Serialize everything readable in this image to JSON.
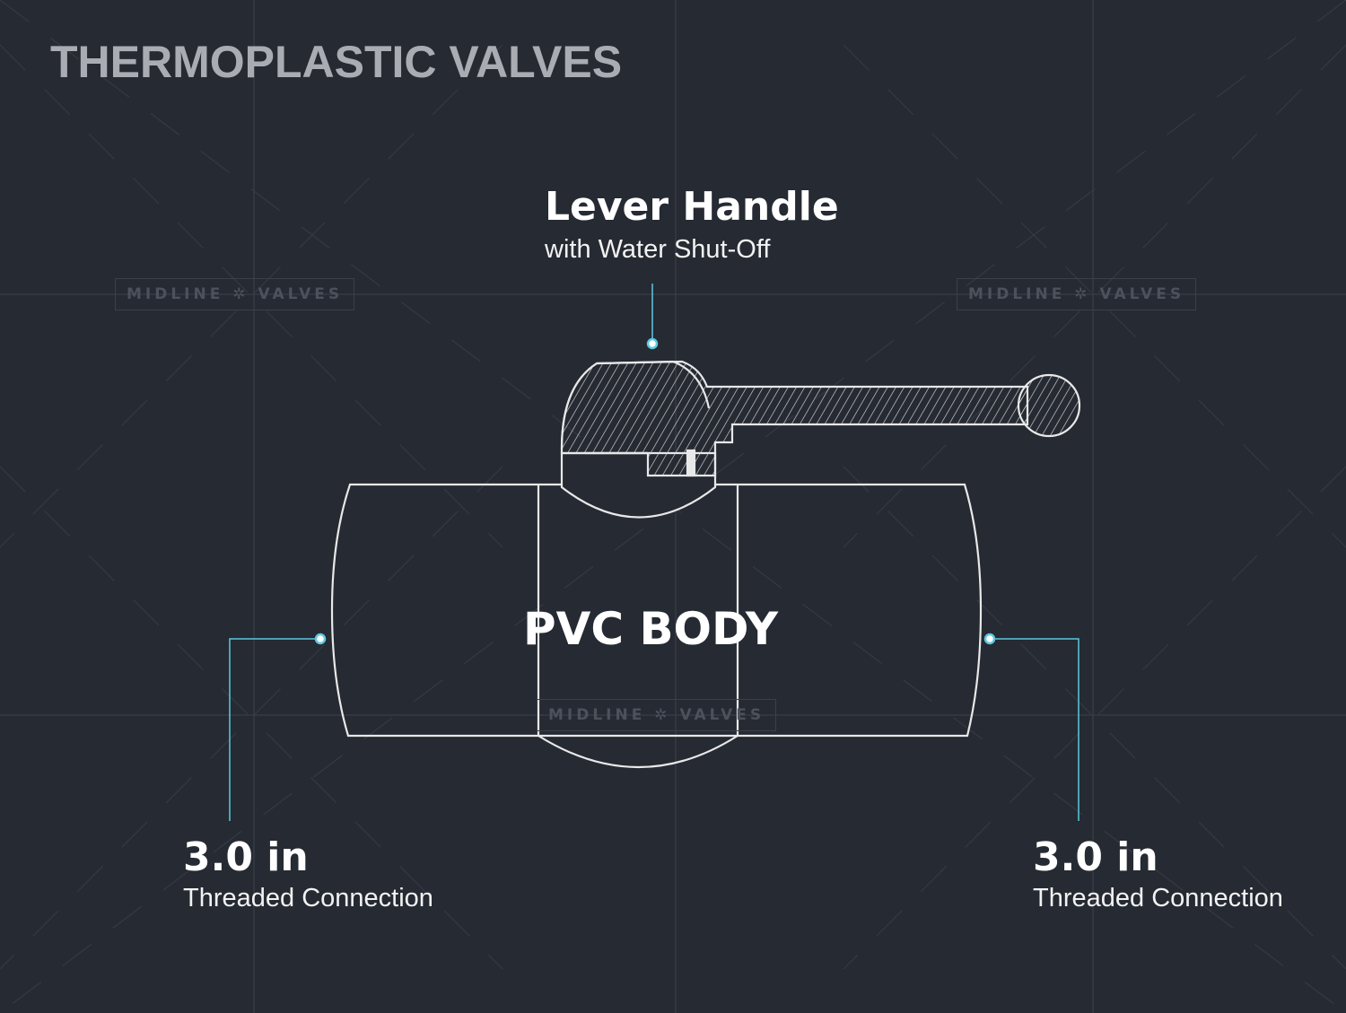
{
  "title": "THERMOPLASTIC VALVES",
  "watermark": {
    "left": "MIDLINE",
    "right": "VALVES",
    "logo": "compass-rose-icon"
  },
  "labels": {
    "handle": {
      "heading": "Lever Handle",
      "sub": "with Water Shut-Off"
    },
    "body": {
      "heading": "PVC BODY"
    },
    "left_connection": {
      "heading": "3.0 in",
      "sub": "Threaded Connection"
    },
    "right_connection": {
      "heading": "3.0 in",
      "sub": "Threaded Connection"
    }
  },
  "colors": {
    "background": "#252a33",
    "line": "#e8e8e8",
    "callout": "#5ec8e0",
    "grid": "#3a3f48"
  }
}
